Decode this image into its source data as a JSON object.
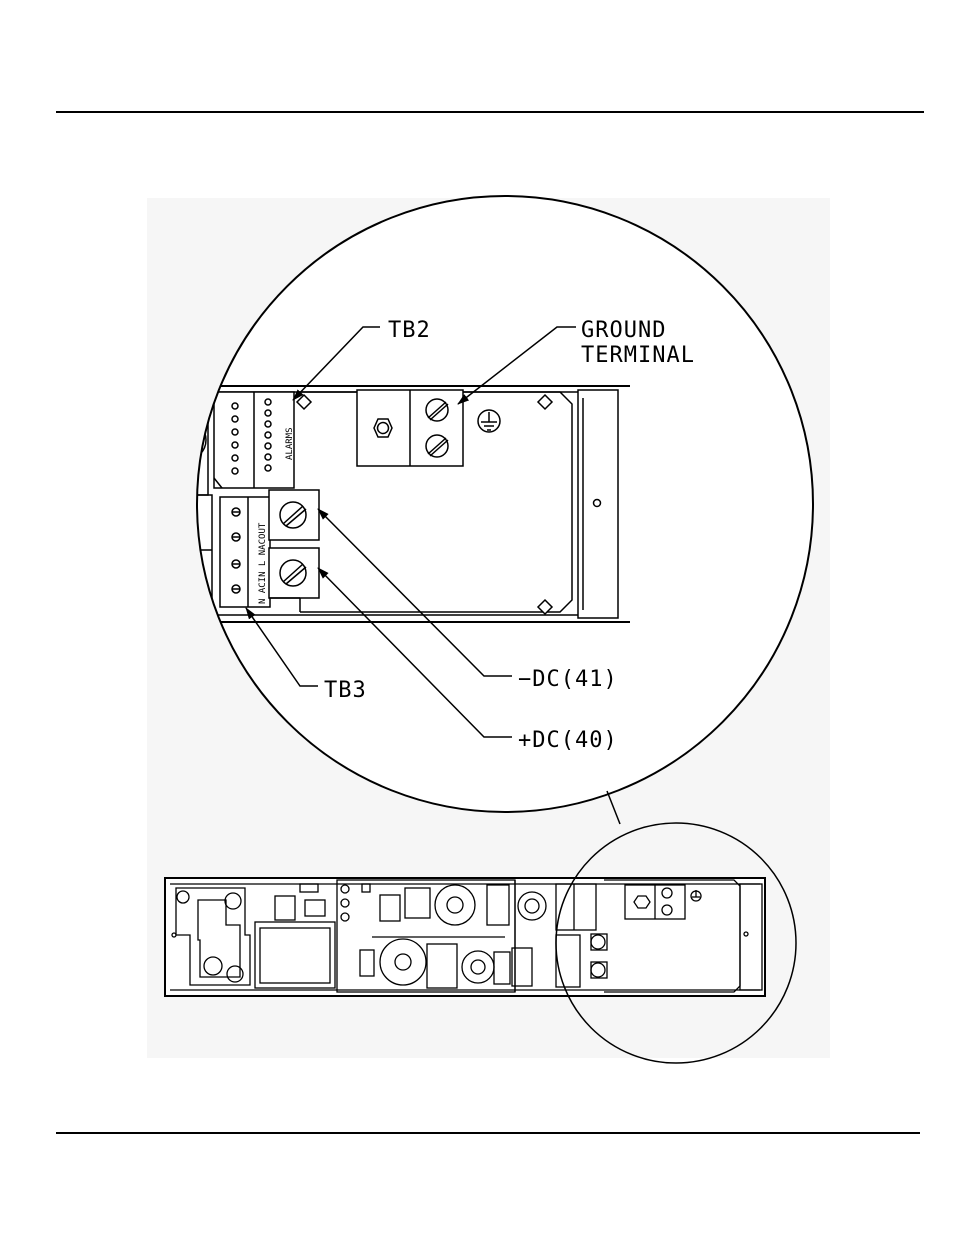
{
  "callouts": {
    "tb2": "TB2",
    "ground_line1": "GROUND",
    "ground_line2": "TERMINAL",
    "tb3": "TB3",
    "neg_dc": "−DC(41)",
    "pos_dc": "+DC(40)"
  },
  "detail_labels": {
    "alarms": "ALARMS",
    "tb3_terminals": "N ACIN L NACOUT"
  }
}
